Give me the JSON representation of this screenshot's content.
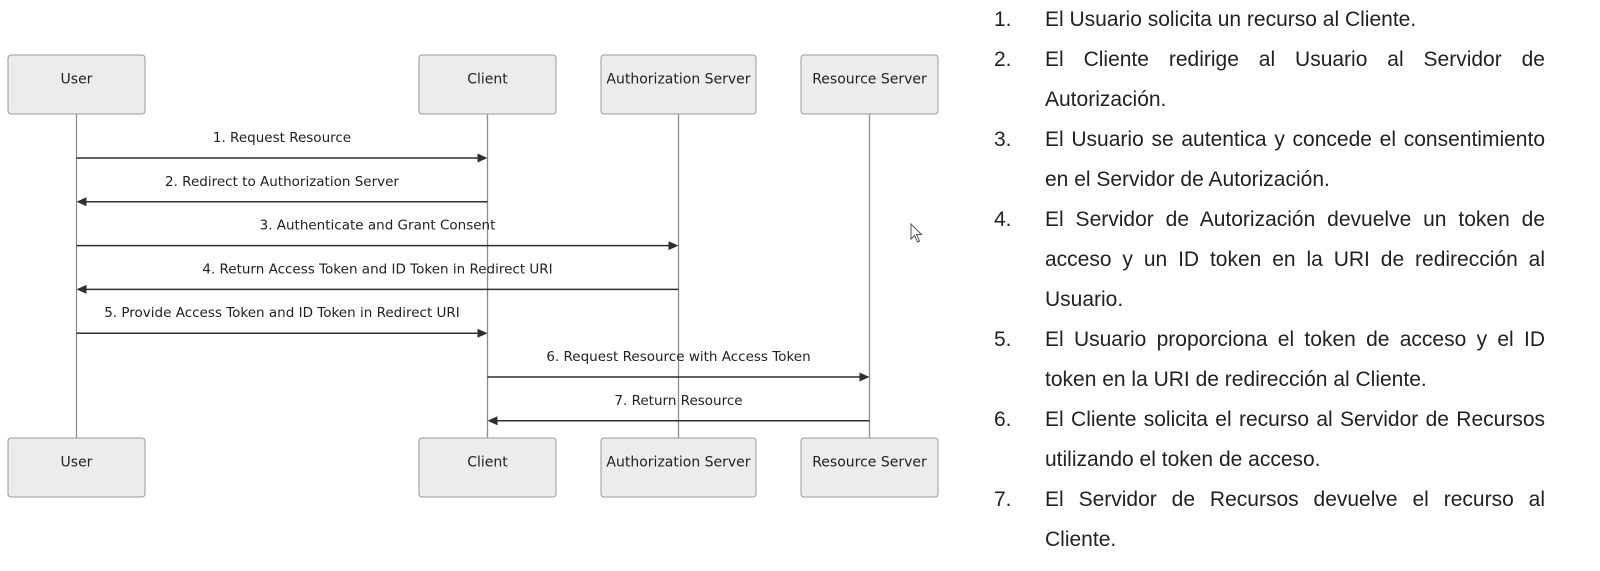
{
  "diagram": {
    "actors": [
      {
        "label": "User"
      },
      {
        "label": "Client"
      },
      {
        "label": "Authorization Server"
      },
      {
        "label": "Resource Server"
      }
    ],
    "messages": [
      {
        "label": "1. Request Resource",
        "from": 0,
        "to": 1
      },
      {
        "label": "2. Redirect to Authorization Server",
        "from": 1,
        "to": 0
      },
      {
        "label": "3. Authenticate and Grant Consent",
        "from": 0,
        "to": 2
      },
      {
        "label": "4. Return Access Token and ID Token in Redirect URI",
        "from": 2,
        "to": 0
      },
      {
        "label": "5. Provide Access Token and ID Token in Redirect URI",
        "from": 0,
        "to": 1
      },
      {
        "label": "6. Request Resource with Access Token",
        "from": 1,
        "to": 3
      },
      {
        "label": "7. Return Resource",
        "from": 3,
        "to": 1
      }
    ]
  },
  "steps": [
    {
      "num": "1.",
      "text": "El Usuario solicita un recurso al Cliente."
    },
    {
      "num": "2.",
      "text": "El Cliente redirige al Usuario al Servidor de Autorización."
    },
    {
      "num": "3.",
      "text": "El Usuario se autentica y concede el consentimiento en el Servidor de Autorización."
    },
    {
      "num": "4.",
      "text": "El Servidor de Autorización devuelve un token de acceso y un ID token en la URI de redirección al Usuario."
    },
    {
      "num": "5.",
      "text": "El Usuario proporciona el token de acceso y el ID token en la URI de redirección al Cliente."
    },
    {
      "num": "6.",
      "text": "El Cliente solicita el recurso al Servidor de Recursos utilizando el token de acceso."
    },
    {
      "num": "7.",
      "text": "El Servidor de Recursos devuelve el recurso al Cliente."
    }
  ],
  "icons": {
    "cursor": "mouse-pointer-icon"
  }
}
